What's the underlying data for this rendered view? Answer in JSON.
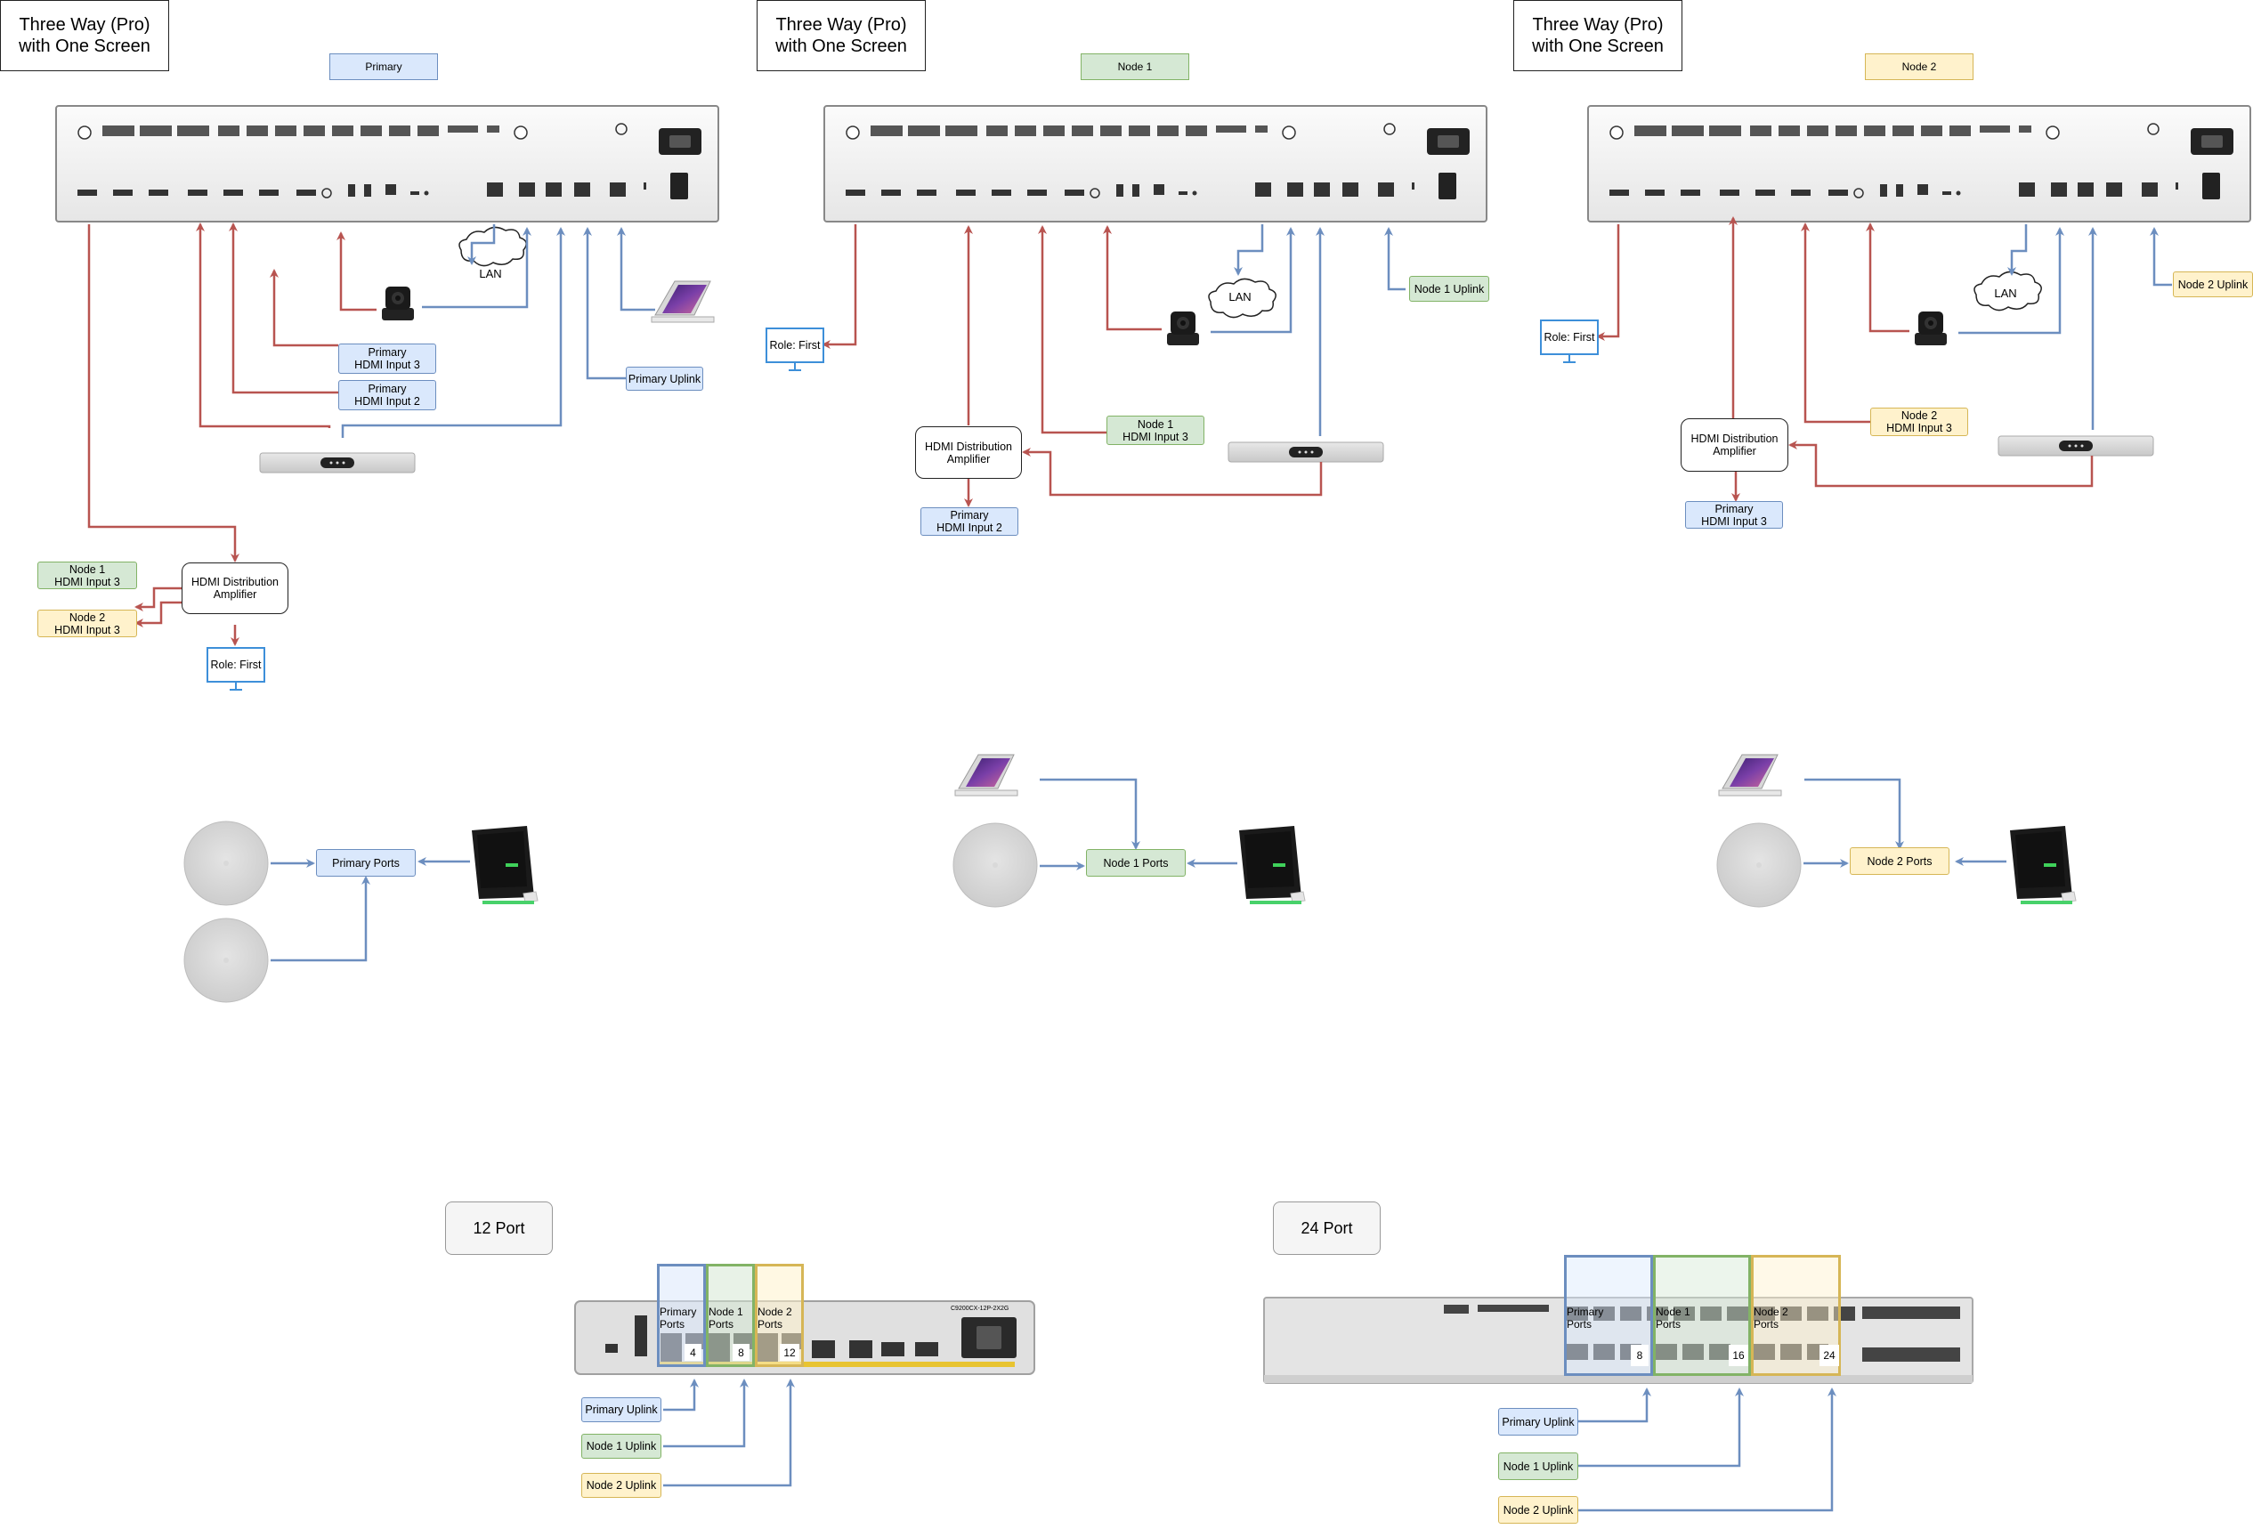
{
  "columns": [
    {
      "title_line1": "Three Way (Pro)",
      "title_line2": "with One Screen",
      "header": "Primary"
    },
    {
      "title_line1": "Three Way (Pro)",
      "title_line2": "with One Screen",
      "header": "Node 1"
    },
    {
      "title_line1": "Three Way (Pro)",
      "title_line2": "with One Screen",
      "header": "Node 2"
    }
  ],
  "lan": "LAN",
  "role": "Role: First",
  "amp": {
    "line1": "HDMI Distribution",
    "line2": "Amplifier"
  },
  "primary_col": {
    "hdmi3": {
      "line1": "Primary",
      "line2": "HDMI Input 3"
    },
    "hdmi2": {
      "line1": "Primary",
      "line2": "HDMI Input 2"
    },
    "uplink": "Primary Uplink",
    "node1_hdmi3": {
      "line1": "Node 1",
      "line2": "HDMI Input 3"
    },
    "node2_hdmi3": {
      "line1": "Node 2",
      "line2": "HDMI Input 3"
    },
    "ports": "Primary Ports"
  },
  "node1_col": {
    "uplink": "Node 1 Uplink",
    "hdmi3": {
      "line1": "Node 1",
      "line2": "HDMI Input 3"
    },
    "primary_hdmi2": {
      "line1": "Primary",
      "line2": "HDMI Input 2"
    },
    "ports": "Node 1 Ports"
  },
  "node2_col": {
    "uplink": "Node 2 Uplink",
    "hdmi3": {
      "line1": "Node 2",
      "line2": "HDMI Input 3"
    },
    "primary_hdmi3": {
      "line1": "Primary",
      "line2": "HDMI Input 3"
    },
    "ports": "Node 2 Ports"
  },
  "switch12": {
    "title": "12 Port",
    "model": "C9200CX-12P-2X2G",
    "groups": [
      {
        "line1": "Primary",
        "line2": "Ports",
        "num": "4"
      },
      {
        "line1": "Node 1",
        "line2": "Ports",
        "num": "8"
      },
      {
        "line1": "Node 2",
        "line2": "Ports",
        "num": "12"
      }
    ],
    "uplinks": [
      "Primary Uplink",
      "Node 1 Uplink",
      "Node 2 Uplink"
    ]
  },
  "switch24": {
    "title": "24 Port",
    "groups": [
      {
        "line1": "Primary",
        "line2": "Ports",
        "num": "8"
      },
      {
        "line1": "Node 1",
        "line2": "Ports",
        "num": "16"
      },
      {
        "line1": "Node 2",
        "line2": "Ports",
        "num": "24"
      }
    ],
    "uplinks": [
      "Primary Uplink",
      "Node 1 Uplink",
      "Node 2 Uplink"
    ]
  },
  "colors": {
    "red": "#b85450",
    "blue": "#6c8ebf",
    "role_blue": "#3d8fd9"
  }
}
